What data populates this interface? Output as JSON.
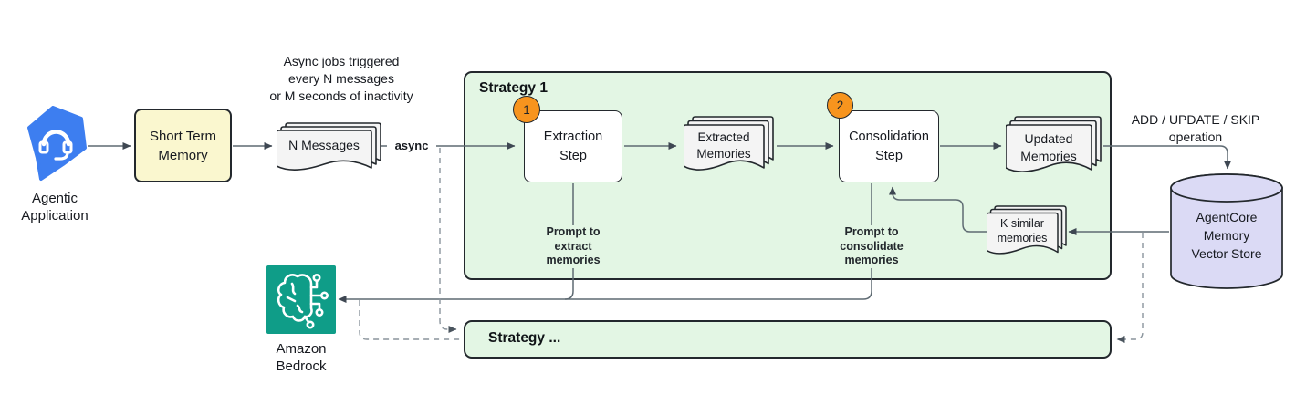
{
  "diagram": {
    "nodes": {
      "agentic_application": {
        "label": "Agentic\nApplication",
        "icon": "chat-headset-icon"
      },
      "short_term_memory": {
        "label": "Short Term\nMemory"
      },
      "n_messages": {
        "label": "N Messages"
      },
      "extraction_step": {
        "label": "Extraction\nStep",
        "badge": "1"
      },
      "extracted_memories": {
        "label": "Extracted\nMemories"
      },
      "consolidation_step": {
        "label": "Consolidation\nStep",
        "badge": "2"
      },
      "updated_memories": {
        "label": "Updated\nMemories"
      },
      "k_similar_memories": {
        "label": "K similar\nmemories"
      },
      "agentcore_vector_store": {
        "label": "AgentCore\nMemory\nVector Store"
      },
      "amazon_bedrock": {
        "label": "Amazon\nBedrock",
        "icon": "bedrock-brain-icon"
      }
    },
    "containers": {
      "strategy_1": {
        "title": "Strategy 1"
      },
      "strategy_more": {
        "title": "Strategy ..."
      }
    },
    "annotations": {
      "async_jobs_note": "Async jobs triggered\nevery N messages\nor M seconds of inactivity",
      "async_edge_label": "async",
      "prompt_extract": "Prompt to\nextract\nmemories",
      "prompt_consolidate": "Prompt to\nconsolidate\nmemories",
      "add_update_skip": "ADD / UPDATE / SKIP\noperation"
    },
    "colors": {
      "strategy_fill": "#E3F6E4",
      "short_term_fill": "#FAF7CF",
      "vector_store_fill": "#DBDAF5",
      "badge_fill": "#F7941E",
      "agentic_icon_blue": "#3D7EF0",
      "bedrock_teal": "#0F9D88",
      "document_fill": "#F4F4F4",
      "wire": "#5E6A72",
      "wire_dashed": "#8A949C"
    }
  }
}
